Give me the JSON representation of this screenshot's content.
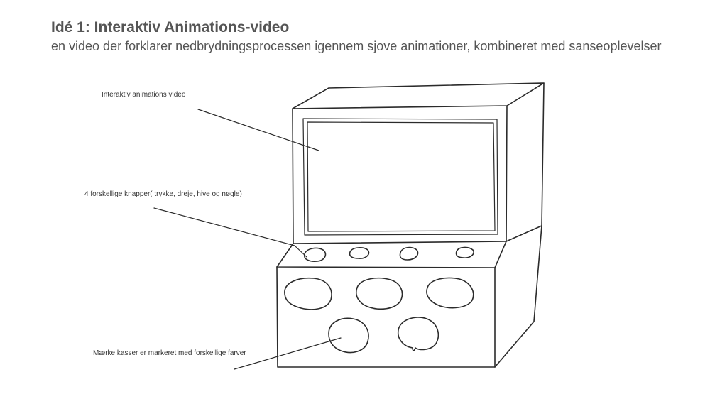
{
  "header": {
    "title": "Idé 1: Interaktiv Animations-video",
    "subtitle": "en video der forklarer nedbrydningsprocessen igennem sjove animationer, kombineret med sanseoplevelser"
  },
  "annotations": {
    "video": "Interaktiv animations video",
    "buttons": "4 forskellige knapper( trykke, dreje, hive og nøgle)",
    "boxes": "Mærke kasser er markeret med forskellige farver"
  }
}
